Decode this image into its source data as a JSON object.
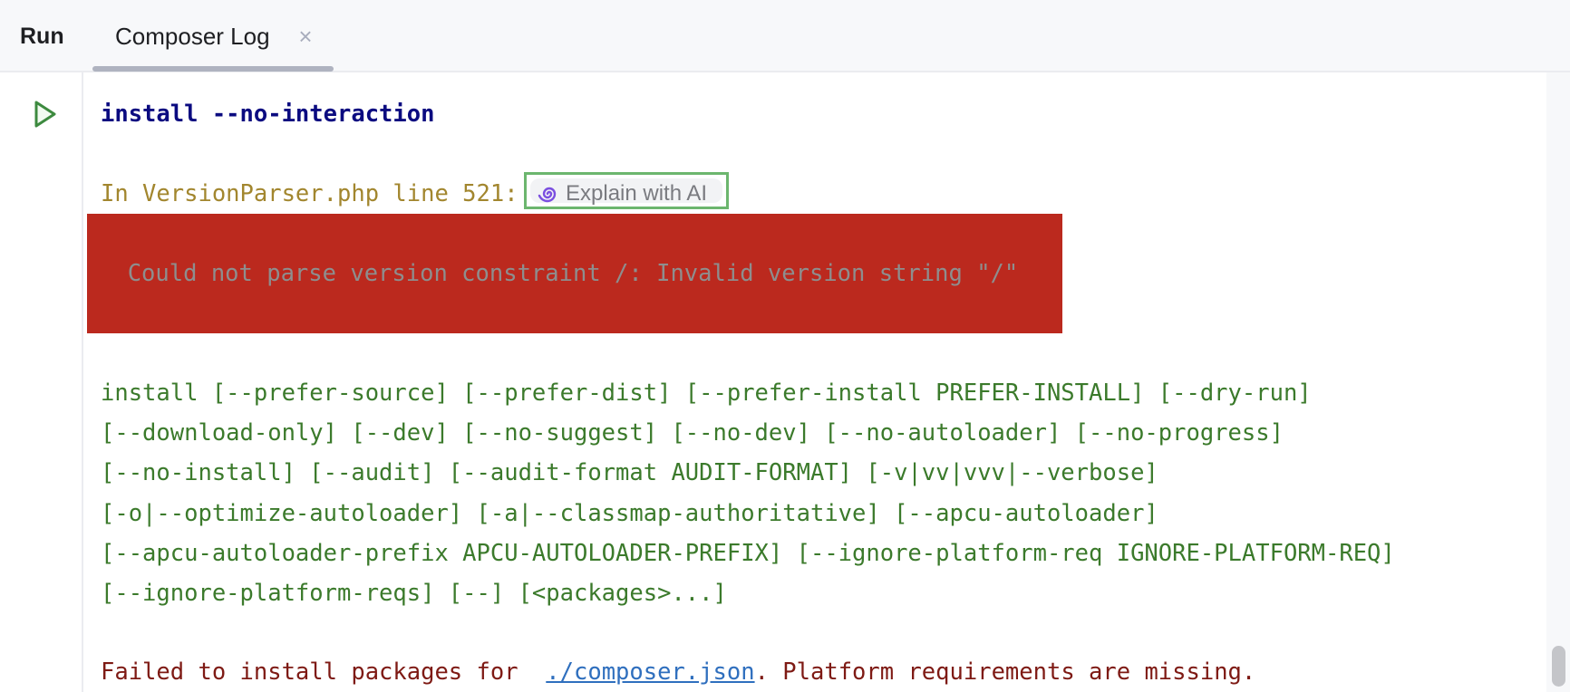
{
  "tabs": {
    "run_label": "Run",
    "active_tab_label": "Composer Log",
    "close_glyph": "×"
  },
  "gutter": {
    "run_icon": "play-icon"
  },
  "console": {
    "command": "install --no-interaction",
    "error_location": "In VersionParser.php line 521:",
    "explain_ai": {
      "icon": "ai-spiral-icon",
      "label": "Explain with AI"
    },
    "error_message": "  Could not parse version constraint /: Invalid version string \"/\"",
    "usage_lines": [
      "install [--prefer-source] [--prefer-dist] [--prefer-install PREFER-INSTALL] [--dry-run]",
      "[--download-only] [--dev] [--no-suggest] [--no-dev] [--no-autoloader] [--no-progress]",
      "[--no-install] [--audit] [--audit-format AUDIT-FORMAT] [-v|vv|vvv|--verbose]",
      "[-o|--optimize-autoloader] [-a|--classmap-authoritative] [--apcu-autoloader]",
      "[--apcu-autoloader-prefix APCU-AUTOLOADER-PREFIX] [--ignore-platform-req IGNORE-PLATFORM-REQ]",
      "[--ignore-platform-reqs] [--] [<packages>...]"
    ],
    "failure": {
      "prefix": "Failed to install packages for  ",
      "link": "./composer.json",
      "suffix": ". Platform requirements are missing."
    }
  },
  "colors": {
    "command": "#0b0b80",
    "error_location": "#a2862e",
    "error_block_bg": "#bb291e",
    "error_block_text": "#8e8e8e",
    "usage": "#3b7a2b",
    "failure": "#7e1a14",
    "link": "#2f6fbe",
    "highlight_border": "#6cb66e",
    "ai_icon": "#7b4fe0"
  }
}
